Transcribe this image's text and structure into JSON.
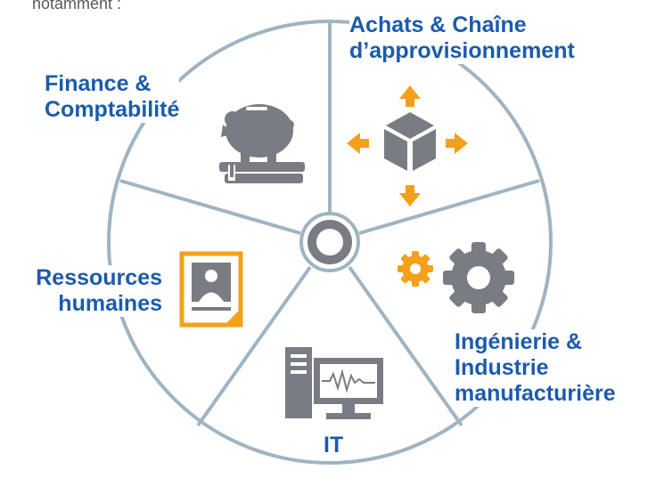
{
  "intro_text": "notamment :",
  "segments": {
    "achats": {
      "lines": [
        "Achats & Chaîne",
        "d’approvisionnement"
      ]
    },
    "finance": {
      "lines": [
        "Finance &",
        "Comptabilité"
      ]
    },
    "rh": {
      "lines": [
        "Ressources",
        "humaines"
      ]
    },
    "ingenierie": {
      "lines": [
        "Ingénierie &",
        "Industrie",
        "manufacturière"
      ]
    },
    "it": {
      "lines": [
        "IT"
      ]
    }
  },
  "icons": {
    "achats": "box-arrows-icon",
    "finance": "piggy-bank-icon",
    "rh": "person-document-icon",
    "ingenierie": "gears-icon",
    "it": "computer-monitor-icon"
  },
  "colors": {
    "label": "#1c5bab",
    "ring": "#9fb4c3",
    "icon_gray": "#7a7c83",
    "accent_orange": "#f5a01a",
    "intro_text": "#555a60"
  }
}
